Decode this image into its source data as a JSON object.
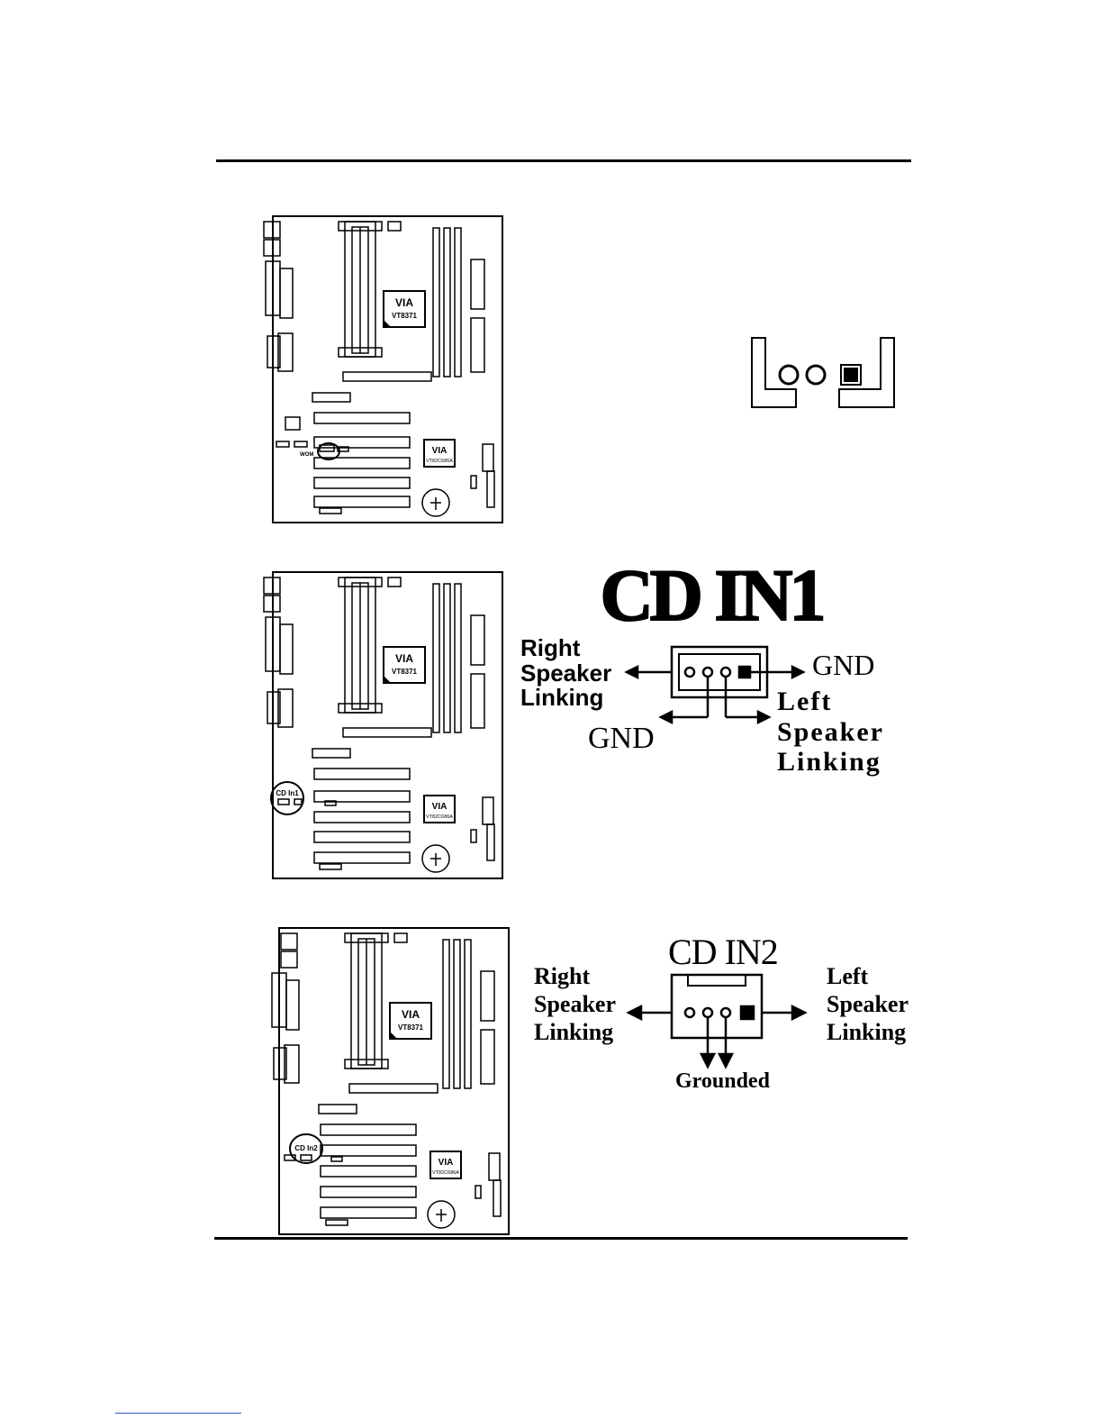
{
  "boards": {
    "chip_north": [
      "VIA",
      "VT8371"
    ],
    "chip_south": [
      "VIA",
      "VT82C686A"
    ],
    "board1_marker": "WOM",
    "board2_marker": "CD In1",
    "board3_marker": "CD In2"
  },
  "cd_in1": {
    "title": "CD IN1",
    "right_label": "Right\nSpeaker\nLinking",
    "gnd_right": "GND",
    "gnd_bottom": "GND",
    "left_label": "Left\nSpeaker\nLinking"
  },
  "cd_in2": {
    "title": "CD IN2",
    "right_label": "Right\nSpeaker\nLinking",
    "left_label": "Left\nSpeaker\nLinking",
    "grounded": "Grounded"
  },
  "colors": {
    "ink": "#000000",
    "page": "#ffffff",
    "link": "#3355cc"
  }
}
